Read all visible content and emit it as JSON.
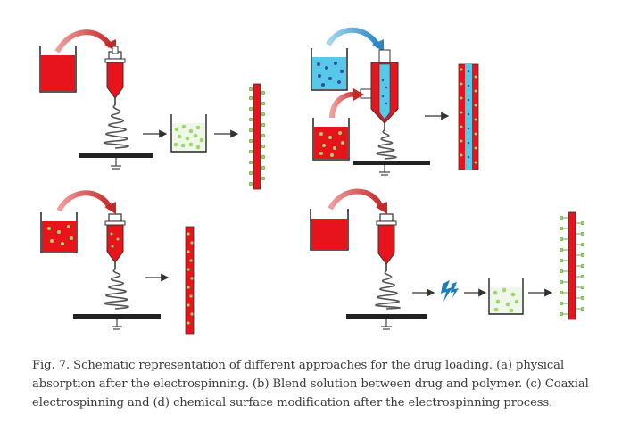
{
  "figure": {
    "caption": "Fig. 7. Schematic representation of different approaches for the drug loading. (a) physical absorption after the electrospinning. (b) Blend solution between drug and polymer. (c) Coaxial electrospinning and (d) chemical surface modification after the electrospinning process.",
    "panels": [
      {
        "id": "a",
        "label": "physical absorption after the electrospinning"
      },
      {
        "id": "b",
        "label": "Blend solution between drug and polymer"
      },
      {
        "id": "c",
        "label": "Coaxial electrospinning"
      },
      {
        "id": "d",
        "label": "chemical surface modification after the electrospinning process"
      }
    ]
  },
  "colors": {
    "polymer": "#e8141c",
    "drug": "#9fd66b",
    "core": "#56c8e8",
    "arrow_red": "#d43a3a",
    "arrow_blue": "#3a9bd8",
    "metal": "#444444",
    "lightning": "#1e7fb8"
  }
}
